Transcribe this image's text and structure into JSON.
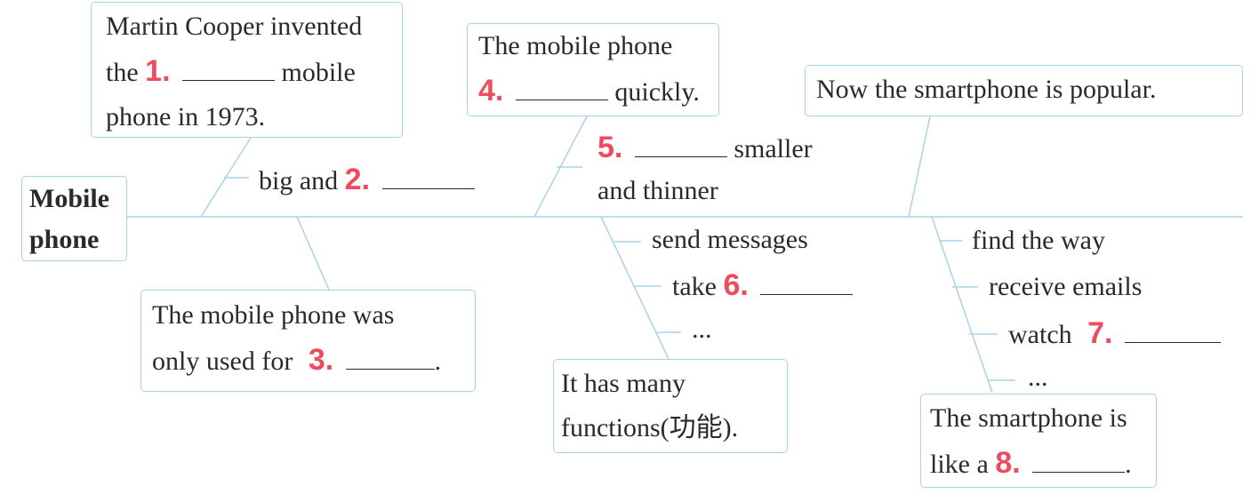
{
  "center": {
    "line1": "Mobile",
    "line2": "phone"
  },
  "box1": {
    "line1": "Martin Cooper invented",
    "line2_pre": "the",
    "num": "1.",
    "line2_post": "mobile",
    "line3": "phone in 1973."
  },
  "box4": {
    "line1": "The mobile phone",
    "num": "4.",
    "line2_post": "quickly."
  },
  "box_now": {
    "text": "Now the smartphone is popular."
  },
  "box3": {
    "line1": "The mobile phone was",
    "line2_pre": "only used for",
    "num": "3.",
    "line2_post": "."
  },
  "box_func": {
    "line1": "It has many",
    "line2": "functions(功能)."
  },
  "box8": {
    "line1": "The smartphone is",
    "line2_pre": "like a",
    "num": "8.",
    "line2_post": "."
  },
  "branch2": {
    "pre": "big and",
    "num": "2."
  },
  "branch5": {
    "num": "5.",
    "post": "smaller",
    "line2": "and thinner"
  },
  "functions": {
    "send": "send messages",
    "take": "take",
    "num": "6.",
    "dots": "..."
  },
  "smart_functions": {
    "find": "find the way",
    "receive": "receive emails",
    "watch": "watch",
    "num": "7.",
    "dots": "..."
  },
  "colors": {
    "line": "#a9d3e6",
    "number": "#ee4c5e",
    "text": "#2a2a2a"
  }
}
